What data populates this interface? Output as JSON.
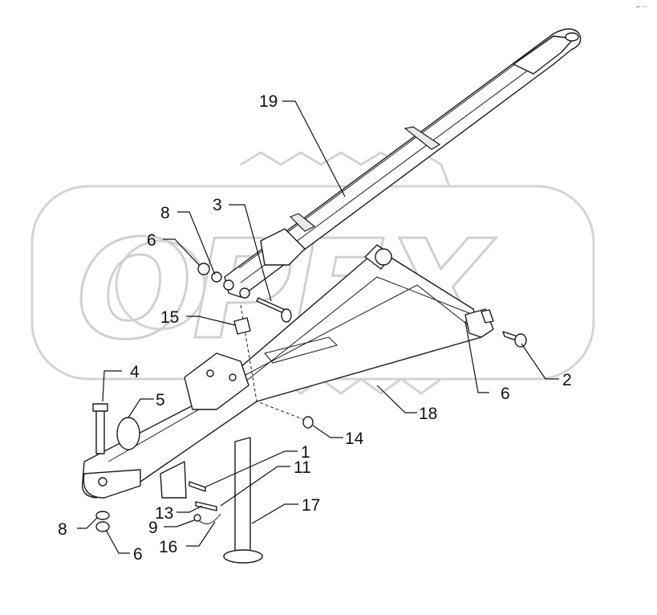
{
  "watermark": {
    "text": "OPEX"
  },
  "corner_mark": "⌐ ···",
  "callouts": [
    {
      "id": "c19",
      "label": "19"
    },
    {
      "id": "c3",
      "label": "3"
    },
    {
      "id": "c8a",
      "label": "8"
    },
    {
      "id": "c6a",
      "label": "6"
    },
    {
      "id": "c15",
      "label": "15"
    },
    {
      "id": "c4",
      "label": "4"
    },
    {
      "id": "c5",
      "label": "5"
    },
    {
      "id": "c2",
      "label": "2"
    },
    {
      "id": "c6b",
      "label": "6"
    },
    {
      "id": "c18",
      "label": "18"
    },
    {
      "id": "c14",
      "label": "14"
    },
    {
      "id": "c1",
      "label": "1"
    },
    {
      "id": "c11",
      "label": "11"
    },
    {
      "id": "c17",
      "label": "17"
    },
    {
      "id": "c13",
      "label": "13"
    },
    {
      "id": "c9",
      "label": "9"
    },
    {
      "id": "c16",
      "label": "16"
    },
    {
      "id": "c8b",
      "label": "8"
    },
    {
      "id": "c6c",
      "label": "6"
    }
  ]
}
